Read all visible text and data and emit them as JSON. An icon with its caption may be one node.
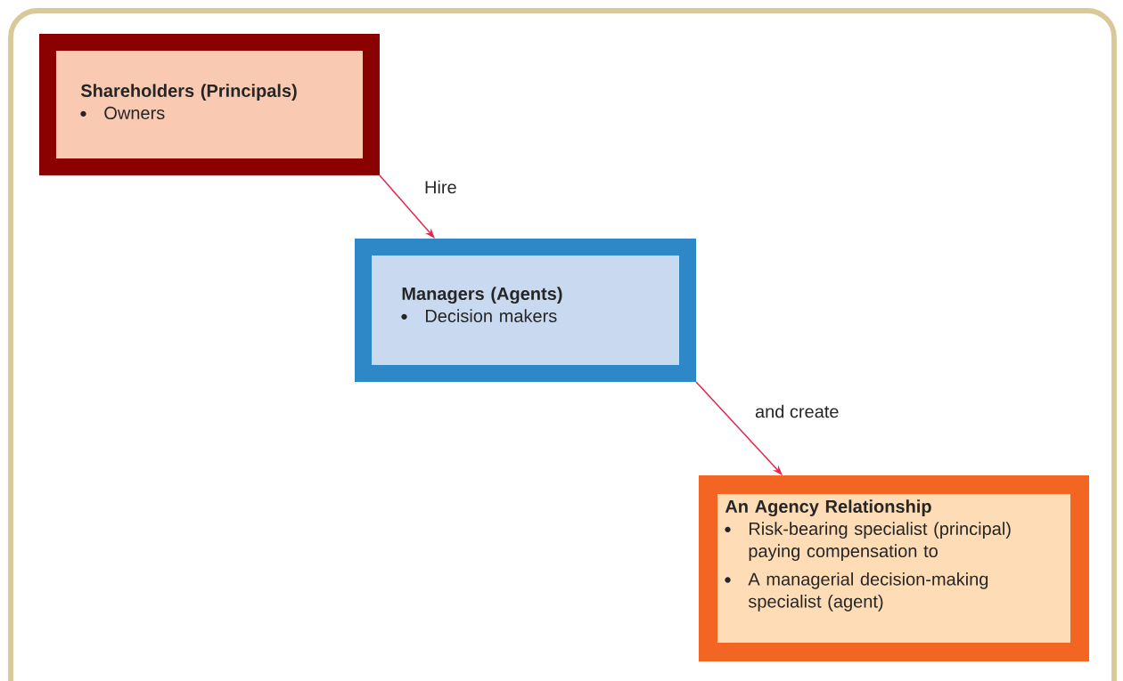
{
  "diagram": {
    "nodes": [
      {
        "text": [
          "Shareholders (Principals)",
          "Owners"
        ]
      },
      {
        "text": [
          "Managers (Agents)",
          "Decision makers"
        ]
      },
      {
        "text": [
          "An Agency Relationship",
          "Risk-bearing specialist (principal) paying compensation to",
          "A managerial decision-making specialist (agent)"
        ]
      }
    ],
    "edges": [
      {
        "from": 0,
        "to": 1,
        "arrow": "to",
        "label": "Hire"
      },
      {
        "from": 1,
        "to": 2,
        "arrow": "to",
        "label": "and create"
      }
    ]
  }
}
